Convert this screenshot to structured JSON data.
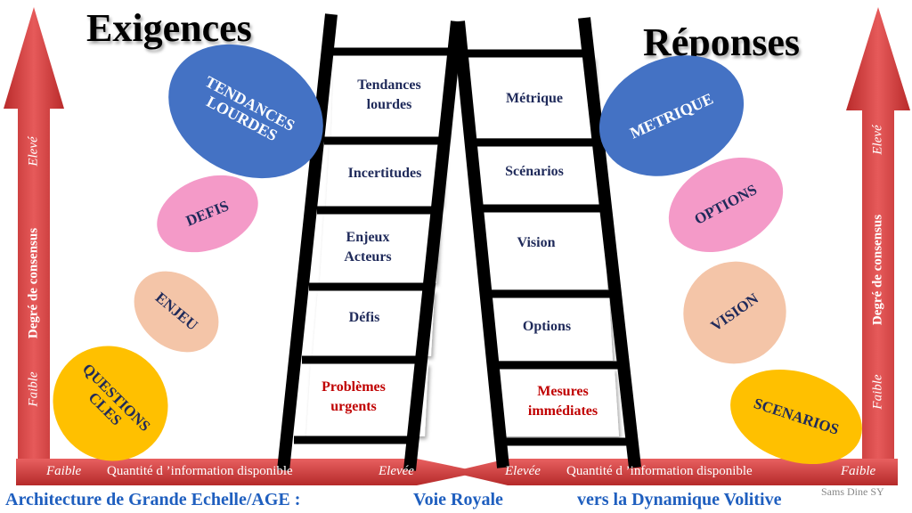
{
  "titles": {
    "left": "Exigences",
    "right": "Réponses"
  },
  "axis": {
    "vertical": {
      "low": "Faible",
      "label": "Degré de consensus",
      "high": "Elevé"
    },
    "horizontal": {
      "low": "Faible",
      "label": "Quantité d ’information disponible",
      "high": "Elevée"
    }
  },
  "left_ellipses": [
    {
      "text": "TENDANCES\nLOURDES",
      "color": "#4472c4",
      "text_color": "#ffffff"
    },
    {
      "text": "DEFIS",
      "color": "#f49ac8",
      "text_color": "#1f2a5a"
    },
    {
      "text": "ENJEU",
      "color": "#f4c5a8",
      "text_color": "#1f2a5a"
    },
    {
      "text": "QUESTIONS\nCLES",
      "color": "#ffc000",
      "text_color": "#1f2a5a"
    }
  ],
  "right_ellipses": [
    {
      "text": "METRIQUE",
      "color": "#4472c4",
      "text_color": "#ffffff"
    },
    {
      "text": "OPTIONS",
      "color": "#f49ac8",
      "text_color": "#1f2a5a"
    },
    {
      "text": "VISION",
      "color": "#f4c5a8",
      "text_color": "#1f2a5a"
    },
    {
      "text": "SCENARIOS",
      "color": "#ffc000",
      "text_color": "#1f2a5a"
    }
  ],
  "left_ladder": [
    "Tendances\nlourdes",
    "Incertitudes",
    "Enjeux\nActeurs",
    "Défis",
    "Problèmes\nurgents"
  ],
  "right_ladder": [
    "Métrique",
    "Scénarios",
    "Vision",
    "Options",
    "Mesures\nimmédiates"
  ],
  "footer": {
    "part1": "Architecture de Grande Echelle/AGE :",
    "part2": "Voie  Royale",
    "part3": "vers la Dynamique Volitive"
  },
  "credit": "Sams Dine SY",
  "colors": {
    "arrow": "#d94a4a",
    "ladder": "#000000",
    "urgent_text": "#c00000",
    "box_text": "#1f2a5a",
    "footer_text": "#1f5fbf"
  }
}
